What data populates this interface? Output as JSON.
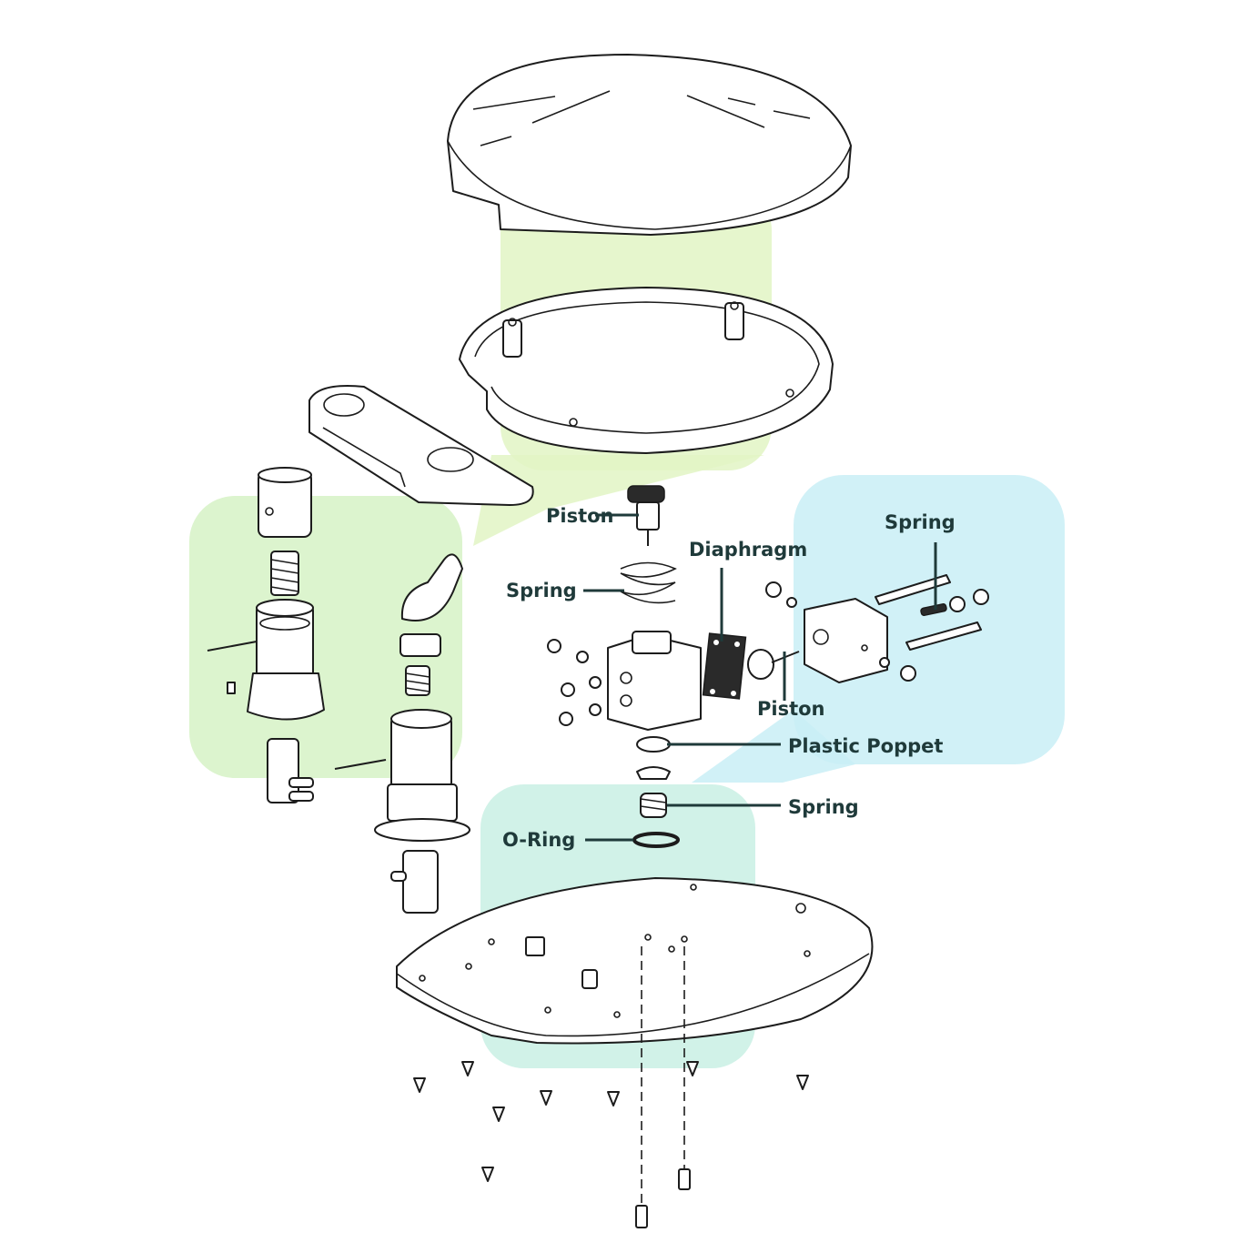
{
  "colors": {
    "label": "#1f3a3a",
    "leader": "#1f3a3a",
    "region_green_top": "#e2f5c4",
    "region_green_left": "#d6f2c6",
    "region_blue_right": "#c9eff6",
    "region_teal_bottom": "#c9f0e4",
    "line_art": "#1c1c1c"
  },
  "labels": {
    "piston_top": "Piston",
    "spring_center": "Spring",
    "diaphragm": "Diaphragm",
    "spring_right": "Spring",
    "piston_right": "Piston",
    "plastic_poppet": "Plastic Poppet",
    "spring_lower": "Spring",
    "o_ring": "O-Ring"
  }
}
